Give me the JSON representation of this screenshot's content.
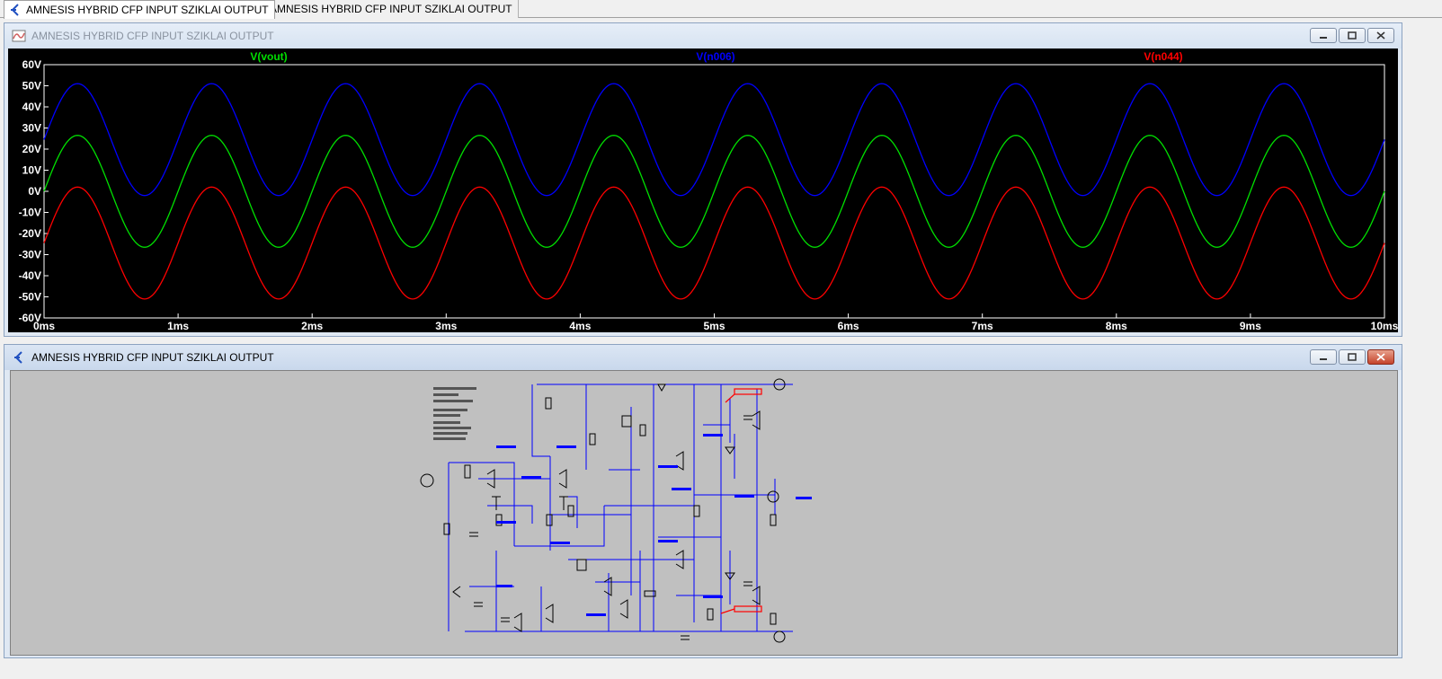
{
  "tabs": [
    {
      "label": "AMNESIS HYBRID CFP INPUT SZIKLAI OUTPUT",
      "icon": "schematic-icon",
      "active": true
    },
    {
      "label": "AMNESIS HYBRID CFP INPUT SZIKLAI OUTPUT",
      "icon": "waveform-icon",
      "active": false
    }
  ],
  "waveform_window": {
    "title": "AMNESIS HYBRID CFP INPUT SZIKLAI OUTPUT",
    "title_icon": "waveform-icon"
  },
  "schematic_window": {
    "title": "AMNESIS HYBRID CFP INPUT SZIKLAI OUTPUT",
    "title_icon": "schematic-icon"
  },
  "chart_data": {
    "type": "line",
    "title": "",
    "xlabel": "",
    "ylabel": "",
    "xlim": [
      0,
      10
    ],
    "ylim": [
      -60,
      60
    ],
    "x_ticks": [
      "0ms",
      "1ms",
      "2ms",
      "3ms",
      "4ms",
      "5ms",
      "6ms",
      "7ms",
      "8ms",
      "9ms",
      "10ms"
    ],
    "y_ticks": [
      "60V",
      "50V",
      "40V",
      "30V",
      "20V",
      "10V",
      "0V",
      "-10V",
      "-20V",
      "-30V",
      "-40V",
      "-50V",
      "-60V"
    ],
    "frequency_khz": 1,
    "series": [
      {
        "name": "V(vout)",
        "color": "#00e000",
        "offset_v": 0,
        "amplitude_v": 26.5,
        "phase_cycles": 0
      },
      {
        "name": "V(n006)",
        "color": "#0000ff",
        "offset_v": 24.5,
        "amplitude_v": 26.5,
        "phase_cycles": 0
      },
      {
        "name": "V(n044)",
        "color": "#ff0000",
        "offset_v": -24.5,
        "amplitude_v": 26.5,
        "phase_cycles": 0
      }
    ],
    "legend_placement": "top",
    "grid": false
  },
  "colors": {
    "plot_bg": "#000000",
    "axis_text": "#ffffff",
    "schematic_bg": "#c0c0c0",
    "wire": "#0000ff",
    "component": "#000000"
  }
}
